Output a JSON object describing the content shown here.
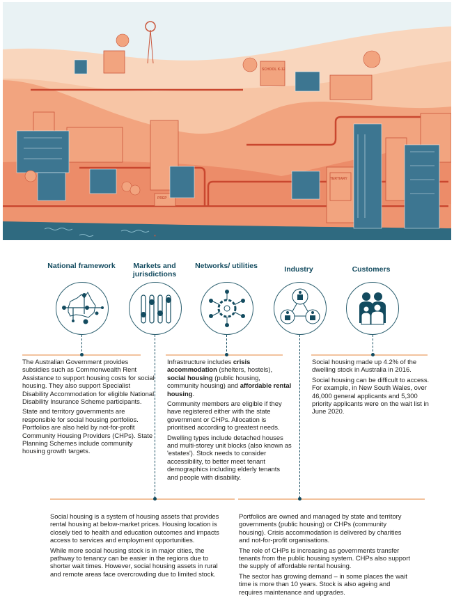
{
  "illustration": {
    "signs": [
      "SCHOOL K-12",
      "PREP",
      "TERTIARY"
    ],
    "colors": {
      "sky": "#e9f2f4",
      "hill1": "#f9d6bd",
      "hill2": "#f6c09f",
      "hill3": "#f2a47f",
      "hill4": "#ec8c69",
      "road": "#c9472f",
      "water": "#2f6a80",
      "blue_building": "#3d7691"
    }
  },
  "columns": [
    {
      "title": "National framework",
      "icon": "australia-map-network-icon"
    },
    {
      "title": "Markets and jurisdictions",
      "icon": "sliders-icon"
    },
    {
      "title": "Networks/ utilities",
      "icon": "gear-network-icon"
    },
    {
      "title": "Industry",
      "icon": "connected-groups-icon"
    },
    {
      "title": "Customers",
      "icon": "family-icon"
    }
  ],
  "national_framework": {
    "p1": "The Australian Government provides subsidies such as Commonwealth Rent Assistance to support housing costs for social housing. They also support Specialist Disability Accommodation for eligible National Disability Insurance Scheme participants.",
    "p2": "State and territory governments are responsible for social housing portfolios. Portfolios are also held by not-for-profit Community Housing Providers (CHPs). State Planning Schemes include community housing growth targets."
  },
  "networks": {
    "p1_a": "Infrastructure includes ",
    "p1_b": "crisis accommodation",
    "p1_c": " (shelters, hostels), ",
    "p1_d": "social housing",
    "p1_e": " (public housing, community housing) and ",
    "p1_f": "affordable rental housing",
    "p1_g": ".",
    "p2": "Community members are eligible if they have registered either with the state government or CHPs. Allocation is prioritised according to greatest needs.",
    "p3": "Dwelling types include detached houses and multi-storey unit blocks (also known as 'estates'). Stock needs to consider accessibility, to better meet tenant demographics including elderly tenants and people with disability."
  },
  "customers": {
    "p1": "Social housing made up 4.2% of the dwelling stock in Australia in 2016.",
    "p2": "Social housing can be difficult to access. For example, in New South Wales, over 46,000 general applicants and 5,300 priority applicants were on the wait list in June 2020."
  },
  "markets": {
    "p1": "Social housing is a system of housing assets that provides rental housing at below-market prices. Housing location is closely tied to health and education outcomes and impacts access to services and employment opportunities.",
    "p2": "While more social housing stock is in major cities, the pathway to tenancy can be easier in the regions due to shorter wait times. However, social housing assets in rural and remote areas face overcrowding due to limited stock."
  },
  "industry": {
    "p1": "Portfolios are owned and managed by state and territory governments (public housing) or CHPs (community housing). Crisis accommodation is delivered by charities and not-for-profit organisations.",
    "p2": "The role of CHPs is increasing as governments transfer tenants from the public housing system. CHPs also support the supply of affordable rental housing.",
    "p3": "The sector has growing demand – in some places the wait time is more than 10 years. Stock is also ageing and requires maintenance and upgrades."
  }
}
